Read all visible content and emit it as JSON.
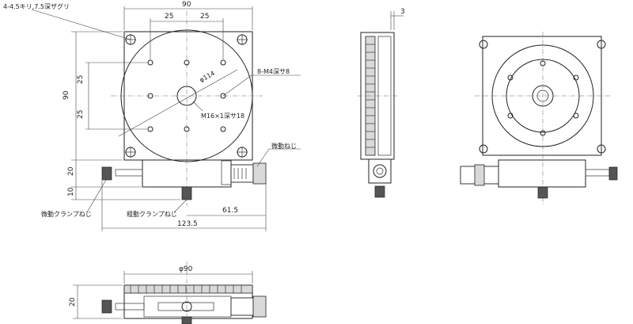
{
  "labels": {
    "mount_holes": "4-4.5キリ,7.5深ザグリ",
    "width_90": "90",
    "half_25_a": "25",
    "half_25_b": "25",
    "v_25_a": "25",
    "v_25_b": "25",
    "v_90": "90",
    "v_20": "20",
    "v_10": "10",
    "diameter_114": "φ114",
    "taps_m4": "8-M4深サ8",
    "center_tap": "M16×1深サ18",
    "fine_screw": "微動ねじ",
    "fine_clamp": "微動クランプねじ",
    "coarse_clamp": "粗動クランプねじ",
    "dim_61_5": "61.5",
    "dim_123_5": "123.5",
    "side_3": "3",
    "bottom_phi90": "φ90",
    "bottom_20": "20"
  }
}
